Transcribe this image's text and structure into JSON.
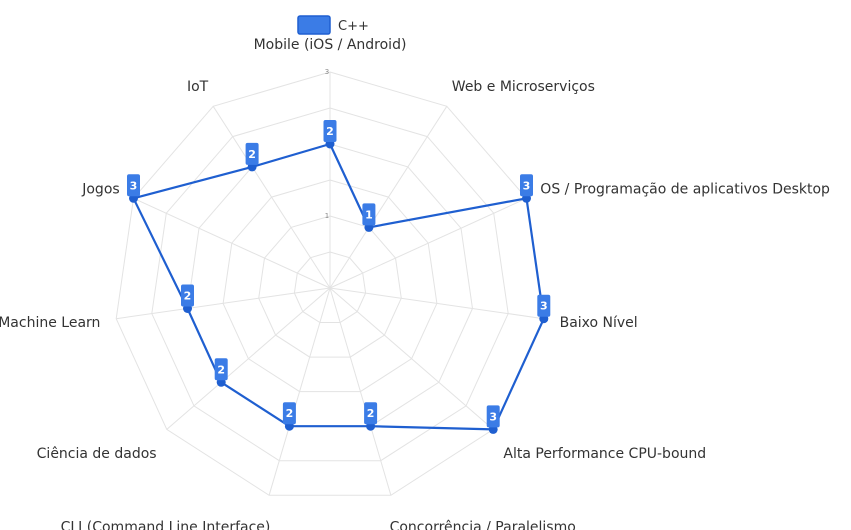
{
  "chart_data": {
    "type": "radar",
    "categories": [
      "Mobile (iOS / Android)",
      "Web e Microserviços",
      "OS / Programação de aplicativos Desktop",
      "Baixo Nível",
      "Alta Performance  CPU-bound",
      "Concorrência / Paralelismo",
      "CLI (Command Line Interface)",
      "Ciência de dados",
      "Machine Learn",
      "Jogos",
      "IoT"
    ],
    "series": [
      {
        "name": "C++",
        "values": [
          2,
          1,
          3,
          3,
          3,
          2,
          2,
          2,
          2,
          3,
          2
        ],
        "color": "#1f5fd0",
        "fill": "#3b7ce6"
      }
    ],
    "ticks": [
      "1",
      "2",
      "3"
    ],
    "rlim": [
      0,
      3
    ],
    "legend_position": "top-center",
    "grid": true
  }
}
